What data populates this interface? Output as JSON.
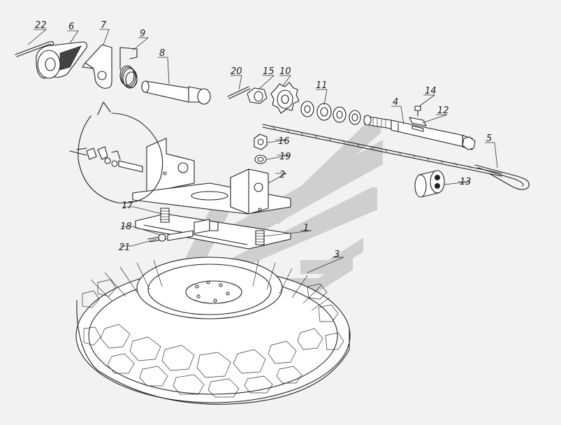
{
  "colors": {
    "background": "#f2f2f2",
    "line": "#222222",
    "watermark": "#c9c9c9"
  },
  "watermark": {
    "type": "logo"
  },
  "callouts": [
    {
      "id": "p22",
      "text": "22"
    },
    {
      "id": "p6",
      "text": "6"
    },
    {
      "id": "p7",
      "text": "7"
    },
    {
      "id": "p9",
      "text": "9"
    },
    {
      "id": "p8",
      "text": "8"
    },
    {
      "id": "p20",
      "text": "20"
    },
    {
      "id": "p15",
      "text": "15"
    },
    {
      "id": "p10",
      "text": "10"
    },
    {
      "id": "p11",
      "text": "11"
    },
    {
      "id": "p4",
      "text": "4"
    },
    {
      "id": "p14",
      "text": "14"
    },
    {
      "id": "p12",
      "text": "12"
    },
    {
      "id": "p16",
      "text": "16"
    },
    {
      "id": "p19",
      "text": "19"
    },
    {
      "id": "p2",
      "text": "2"
    },
    {
      "id": "p5",
      "text": "5"
    },
    {
      "id": "p13",
      "text": "13"
    },
    {
      "id": "p17",
      "text": "17"
    },
    {
      "id": "p1",
      "text": "1"
    },
    {
      "id": "p18",
      "text": "18"
    },
    {
      "id": "p21",
      "text": "21"
    },
    {
      "id": "p3",
      "text": "3"
    }
  ]
}
